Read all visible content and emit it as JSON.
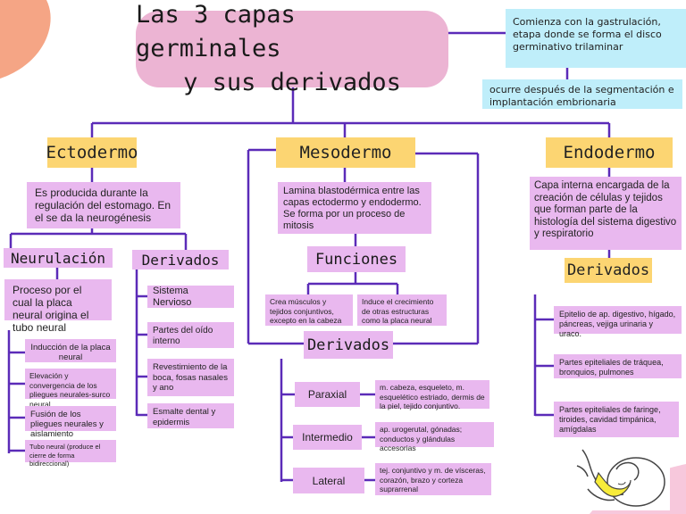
{
  "title": {
    "line1": "Las 3 capas germinales",
    "line2": "y sus derivados"
  },
  "intro": {
    "gastrulation": "Comienza con la gastrulación, etapa donde se forma el disco germinativo trilaminar",
    "timing": "ocurre después de la segmentación e implantación embrionaria"
  },
  "ectodermo": {
    "heading": "Ectodermo",
    "description": "Es producida durante la regulación del estomago. En el se da la neurogénesis",
    "neurulacion": {
      "heading": "Neurulación",
      "description": "Proceso por el cual la placa neural origina el tubo neural",
      "steps": [
        "Inducción de la placa neural",
        "Elevación y convergencia de los pliegues neurales-surco neural",
        "Fusión de los pliegues neurales y aislamiento",
        "Tubo neural (produce el cierre de forma bidireccional)"
      ]
    },
    "derivados": {
      "heading": "Derivados",
      "items": [
        "Sistema Nervioso",
        "Partes del oído interno",
        "Revestimiento de la boca, fosas nasales y ano",
        "Esmalte dental y epidermis"
      ]
    }
  },
  "mesodermo": {
    "heading": "Mesodermo",
    "description": "Lamina blastodérmica entre las capas ectodermo y endodermo. Se forma por un proceso de mitosis",
    "funciones": {
      "heading": "Funciones",
      "items": [
        "Crea músculos y tejidos conjuntivos, excepto en la cabeza",
        "Induce el crecimiento de otras estructuras como la placa neural"
      ]
    },
    "derivados": {
      "heading": "Derivados",
      "parts": [
        {
          "label": "Paraxial",
          "detail": "m. cabeza, esqueleto, m. esquelético estriado, dermis de la piel, tejido conjuntivo."
        },
        {
          "label": "Intermedio",
          "detail": "ap. urogerutal, gónadas; conductos y glándulas accesorias"
        },
        {
          "label": "Lateral",
          "detail": "tej. conjuntivo y m. de vísceras, corazón, brazo y corteza suprarrenal"
        }
      ]
    }
  },
  "endodermo": {
    "heading": "Endodermo",
    "description": "Capa interna encargada de la creación de células y tejidos que forman parte de la histología del sistema digestivo y respiratorio",
    "derivados": {
      "heading": "Derivados",
      "items": [
        "Epitelio de ap. digestivo, hígado, páncreas, vejiga urinaria y uraco.",
        "Partes epiteliales de tráquea, bronquios, pulmones",
        "Partes epiteliales de faringe, tiroides, cavidad timpánica, amígdalas"
      ]
    }
  },
  "colors": {
    "line": "#5b2bb8",
    "heading_bg": "#fcd572",
    "box_bg": "#e9b8ef",
    "title_bg": "#ecb4d3",
    "intro_bg": "#bfeefa",
    "corner_blob": "#f5a585"
  },
  "icons": {
    "embryo": "embryo-illustration"
  }
}
